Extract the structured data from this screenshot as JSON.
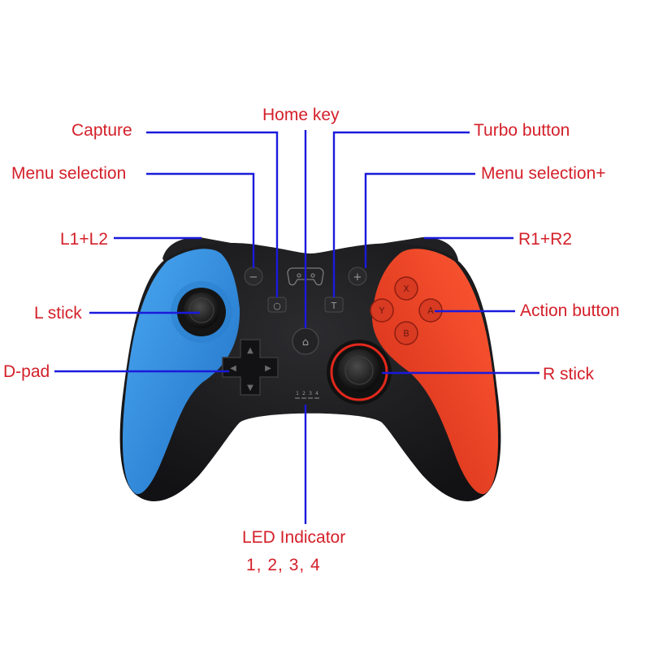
{
  "labels": {
    "capture": "Capture",
    "home_key": "Home key",
    "turbo_button": "Turbo button",
    "menu_selection_minus": "Menu selection",
    "menu_selection_plus": "Menu selection+",
    "l1_l2": "L1+L2",
    "r1_r2": "R1+R2",
    "l_stick": "L stick",
    "action_button": "Action button",
    "d_pad": "D-pad",
    "r_stick": "R stick",
    "led_indicator": "LED Indicator",
    "led_numbers": "1,  2,  3,  4"
  },
  "controller": {
    "face_buttons": [
      "X",
      "Y",
      "A",
      "B"
    ],
    "center_button_glyphs": [
      "−",
      "+",
      "○",
      "T",
      "⌂"
    ],
    "led_digits": [
      "1",
      "2",
      "3",
      "4"
    ],
    "dpad_arrows": [
      "▲",
      "▼",
      "◀",
      "▶"
    ]
  },
  "colors": {
    "label_red": "#d4202a",
    "leader_blue": "#1a1adc",
    "left_grip": "#2f8fe0",
    "right_grip": "#ec3a22",
    "body": "#1c1c1e"
  }
}
